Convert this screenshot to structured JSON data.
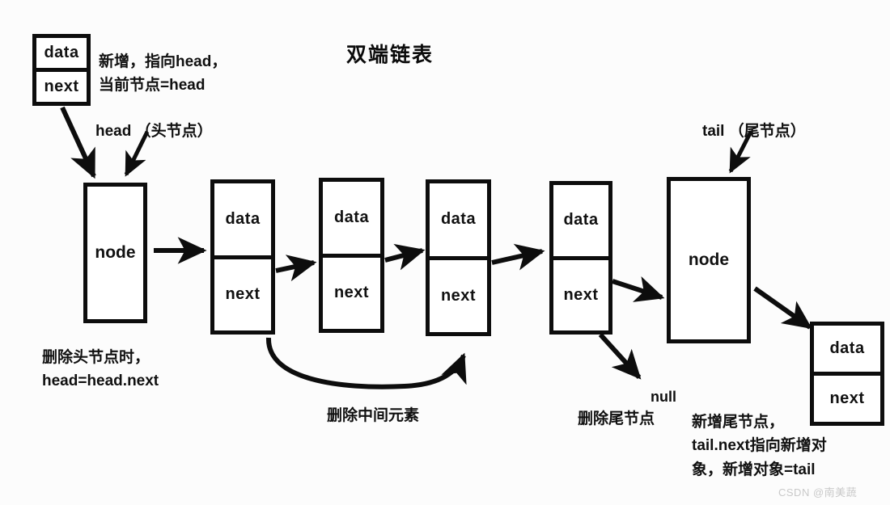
{
  "title": "双端链表",
  "nodes": {
    "new_head_node": {
      "data_label": "data",
      "next_label": "next"
    },
    "head_node": {
      "label": "node"
    },
    "chain": [
      {
        "data_label": "data",
        "next_label": "next"
      },
      {
        "data_label": "data",
        "next_label": "next"
      },
      {
        "data_label": "data",
        "next_label": "next"
      },
      {
        "data_label": "data",
        "next_label": "next"
      }
    ],
    "tail_node": {
      "label": "node"
    },
    "new_tail_node": {
      "data_label": "data",
      "next_label": "next"
    }
  },
  "annotations": {
    "add_head": {
      "line1": "新增，指向head，",
      "line2": "当前节点=head"
    },
    "head_pointer": "head （头节点）",
    "tail_pointer": "tail （尾节点）",
    "delete_head": {
      "line1": "删除头节点时，",
      "line2": "head=head.next"
    },
    "delete_middle": "删除中间元素",
    "delete_tail": "删除尾节点",
    "null_label": "null",
    "add_tail": {
      "line1": "新增尾节点，",
      "line2": "tail.next指向新增对",
      "line3": "象，新增对象=tail"
    }
  },
  "watermark": "CSDN @南美蔬",
  "colors": {
    "stroke": "#0d0d0d",
    "background": "#fcfcfc",
    "text": "#101010",
    "watermark": "#c9c9c9"
  }
}
